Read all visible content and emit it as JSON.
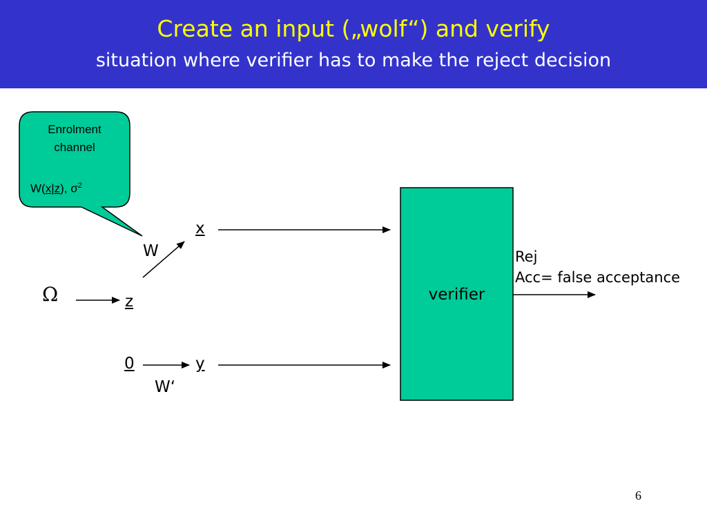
{
  "slide": {
    "title": "Create an input („wolf“) and verify",
    "subtitle": "situation where verifier has to make the reject decision",
    "page_number": "6"
  },
  "callout": {
    "line1": "Enrolment",
    "line2": "channel",
    "formula_prefix": "W(",
    "formula_x": "x",
    "formula_bar": "|",
    "formula_z": "z",
    "formula_suffix": "), σ",
    "formula_sup": "2"
  },
  "diagram": {
    "omega": "Ω",
    "z": "z",
    "w": "W",
    "x": "x",
    "zero": "0",
    "y": "y",
    "w_prime": "W‘",
    "verifier": "verifier",
    "rej": "Rej",
    "acc": "Acc= false acceptance"
  },
  "colors": {
    "header_bg": "#3333cc",
    "title_text": "#ffff00",
    "subtitle_text": "#ffffff",
    "callout_fill": "#00cc99",
    "verifier_fill": "#00cc99"
  }
}
